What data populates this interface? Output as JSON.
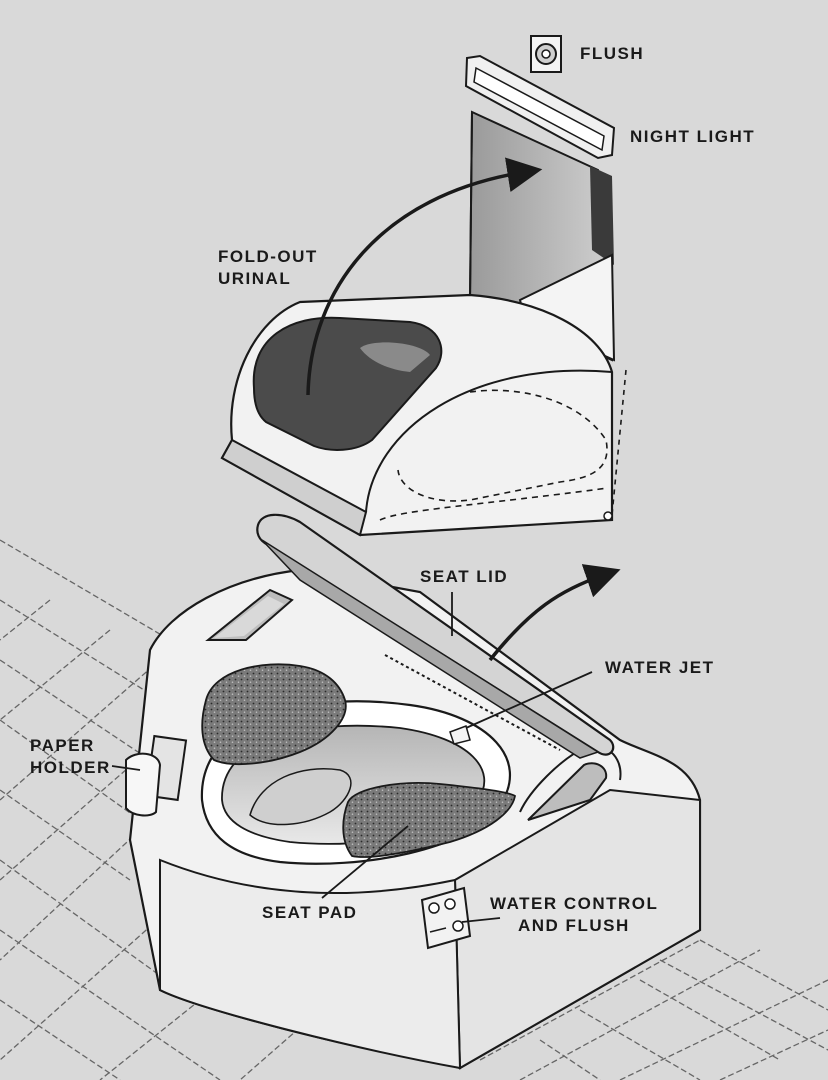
{
  "labels": {
    "flush": "FLUSH",
    "night_light": "NIGHT LIGHT",
    "fold_out_urinal": [
      "FOLD-OUT",
      "URINAL"
    ],
    "seat_lid": "SEAT LID",
    "water_jet": "WATER JET",
    "paper_holder": [
      "PAPER",
      "HOLDER"
    ],
    "seat_pad": "SEAT PAD",
    "water_control_and_flush": [
      "WATER CONTROL",
      "AND FLUSH"
    ]
  },
  "colors": {
    "background": "#d9d9d9",
    "ink": "#1a1a1a",
    "fixture_white": "#f2f2f2",
    "shadow_gray": "#8a8a8a",
    "dark_interior": "#4a4a4a",
    "pad_gray": "#6e6e6e",
    "floor_line": "#555555"
  }
}
